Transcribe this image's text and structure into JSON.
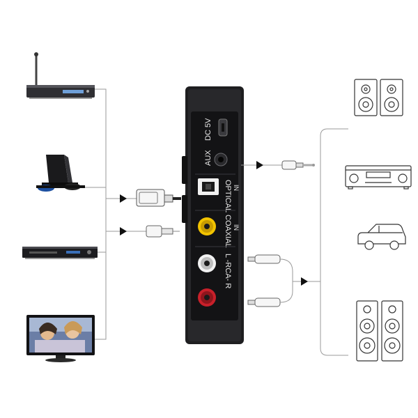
{
  "device": {
    "labels": {
      "dc": "DC 5V",
      "aux": "AUX",
      "optical": "OPTICAL",
      "optical_in": "IN",
      "coaxial": "COAXIAL",
      "coaxial_in": "IN",
      "rca": "L  -RCA-  R"
    }
  },
  "sources": [
    {
      "name": "set-top-box"
    },
    {
      "name": "game-console"
    },
    {
      "name": "dvd-player"
    },
    {
      "name": "television"
    }
  ],
  "outputs": [
    {
      "name": "bookshelf-speakers"
    },
    {
      "name": "av-receiver"
    },
    {
      "name": "car"
    },
    {
      "name": "floor-speakers"
    }
  ],
  "colors": {
    "device_body": "#1e1e20",
    "wire": "#9a9a9a",
    "rca_white": "#f2f2f2",
    "rca_red": "#c8202a",
    "coax_yellow": "#f2c300",
    "arrow": "#111111"
  }
}
